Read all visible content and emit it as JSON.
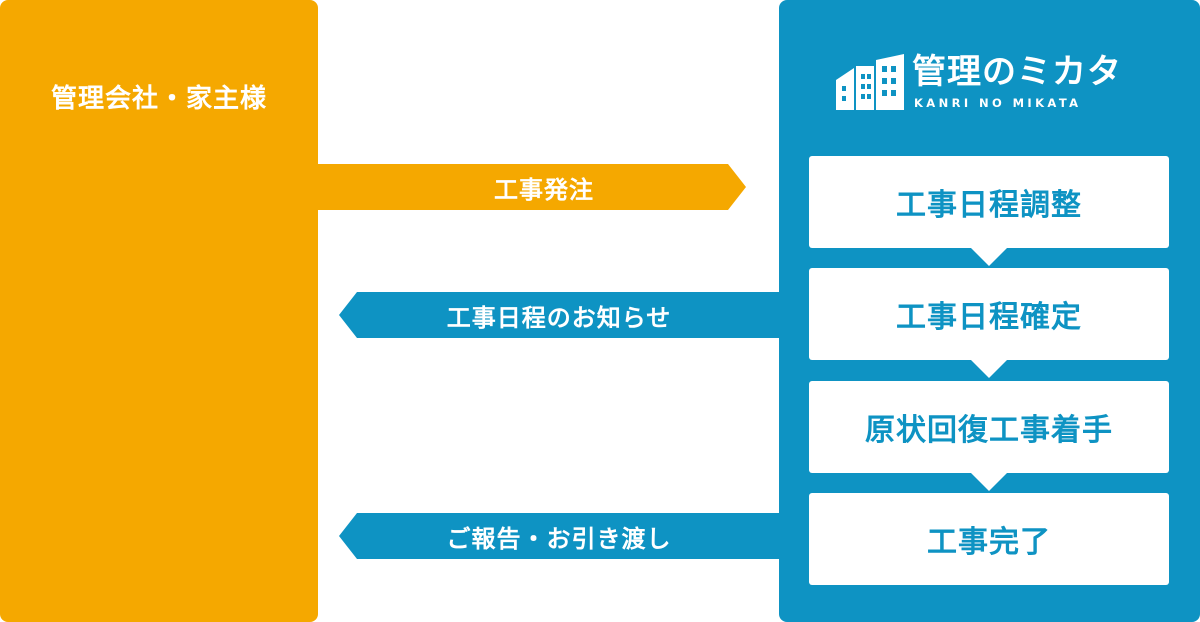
{
  "client": {
    "title": "管理会社・家主様"
  },
  "logo": {
    "main": "管理のミカタ",
    "sub": "KANRI NO MIKATA",
    "icon": "buildings-icon"
  },
  "arrows": {
    "order": "工事発注",
    "schedule_notice": "工事日程のお知らせ",
    "report_handover": "ご報告・お引き渡し"
  },
  "steps": [
    "工事日程調整",
    "工事日程確定",
    "原状回復工事着手",
    "工事完了"
  ],
  "colors": {
    "client": "#f5a800",
    "company": "#0e93c3",
    "card": "#ffffff"
  }
}
